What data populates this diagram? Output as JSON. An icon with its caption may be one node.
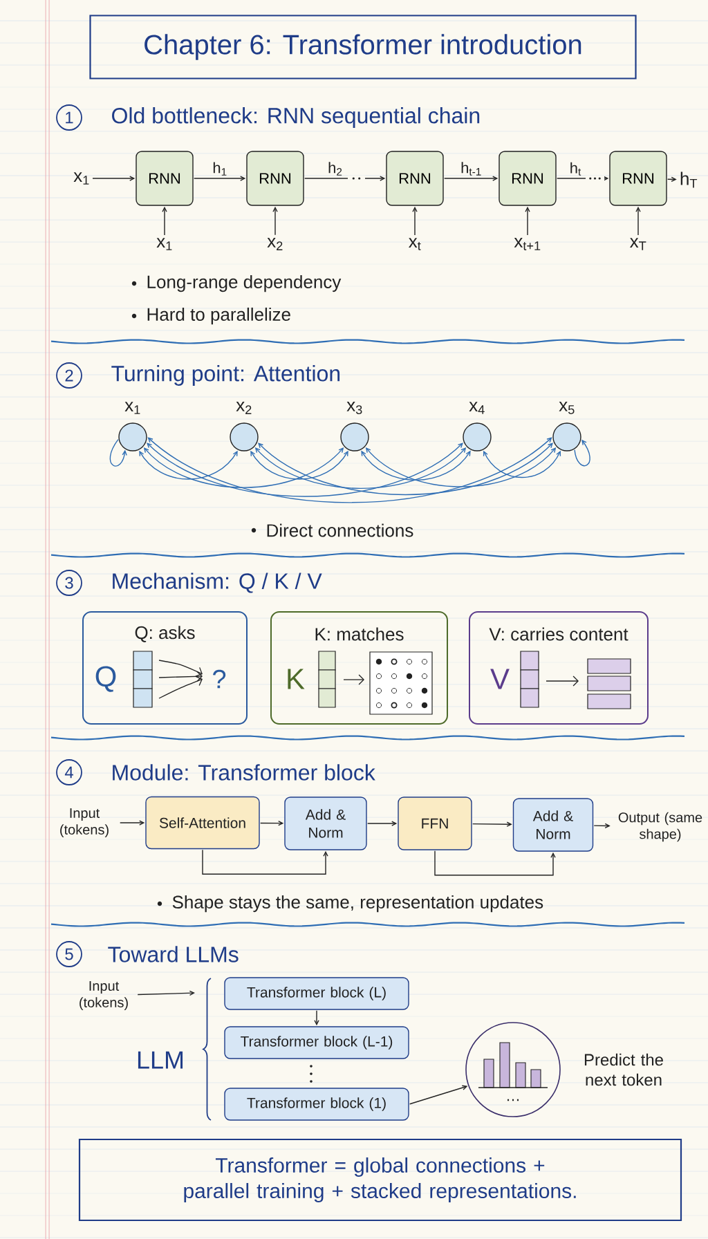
{
  "diagram": {
    "title": "Chapter 6: Transformer introduction",
    "nodes": [
      {
        "text": [
          "RNN"
        ]
      },
      {
        "text": [
          "RNN"
        ]
      },
      {
        "text": [
          "RNN"
        ]
      },
      {
        "text": [
          "RNN"
        ]
      },
      {
        "text": [
          "RNN"
        ]
      },
      {
        "text": [
          "x$_{1}$"
        ]
      },
      {
        "text": [
          "h$_{T}$"
        ]
      },
      {
        "text": [
          "x$_{1}$"
        ]
      },
      {
        "text": [
          "x$_{2}$"
        ]
      },
      {
        "text": [
          "x$_{t}$"
        ]
      },
      {
        "text": [
          "x$_{t+1}$"
        ]
      },
      {
        "text": [
          "x$_{T}$"
        ]
      },
      {
        "text": [
          "x$_{1}$"
        ]
      },
      {
        "text": [
          "x$_{2}$"
        ]
      },
      {
        "text": [
          "x$_{3}$"
        ]
      },
      {
        "text": [
          "x$_{4}$"
        ]
      },
      {
        "text": [
          "x$_{5}$"
        ]
      },
      {
        "text": [
          "Q: asks",
          "Q",
          "?"
        ]
      },
      {
        "text": [
          "K: matches",
          "K"
        ]
      },
      {
        "text": [
          "V: carries content",
          "V"
        ]
      },
      {
        "text": [
          "Input (tokens)"
        ]
      },
      {
        "text": [
          "Self-Attention"
        ]
      },
      {
        "text": [
          "Add & Norm"
        ]
      },
      {
        "text": [
          "FFN"
        ]
      },
      {
        "text": [
          "Add & Norm"
        ]
      },
      {
        "text": [
          "Output (same shape)"
        ]
      },
      {
        "text": [
          "Input (tokens)"
        ]
      },
      {
        "text": [
          "Transformer block (L)"
        ]
      },
      {
        "text": [
          "Transformer block (L-1)"
        ]
      },
      {
        "text": [
          "Transformer block (1)"
        ]
      },
      {
        "text": [
          "…"
        ],
        "beside": [
          "Predict the next token"
        ]
      },
      {
        "text": [
          "Transformer = global connections + parallel training + stacked representations."
        ]
      }
    ],
    "edges": [
      {
        "from": 5,
        "to": 0,
        "arrow": "to"
      },
      {
        "from": 0,
        "to": 1,
        "arrow": "to",
        "label": "h$_{1}$"
      },
      {
        "from": 1,
        "to": 2,
        "arrow": "to",
        "label": "h$_{2}$"
      },
      {
        "from": 2,
        "to": 3,
        "arrow": "to",
        "label": "h$_{t-1}$"
      },
      {
        "from": 3,
        "to": 4,
        "arrow": "to",
        "label": "h$_{t}$"
      },
      {
        "from": 4,
        "to": 6,
        "arrow": "to"
      },
      {
        "from": 7,
        "to": 0,
        "arrow": "to"
      },
      {
        "from": 8,
        "to": 1,
        "arrow": "to"
      },
      {
        "from": 9,
        "to": 2,
        "arrow": "to"
      },
      {
        "from": 10,
        "to": 3,
        "arrow": "to"
      },
      {
        "from": 11,
        "to": 4,
        "arrow": "to"
      },
      {
        "from": 12,
        "to": 12,
        "arrow": "to",
        "color": "#2e6db4"
      },
      {
        "from": 12,
        "to": 13,
        "arrow": "both",
        "color": "#2e6db4"
      },
      {
        "from": 12,
        "to": 14,
        "arrow": "both",
        "color": "#2e6db4"
      },
      {
        "from": 12,
        "to": 15,
        "arrow": "both",
        "color": "#2e6db4"
      },
      {
        "from": 12,
        "to": 16,
        "arrow": "both",
        "color": "#2e6db4"
      },
      {
        "from": 13,
        "to": 14,
        "arrow": "both",
        "color": "#2e6db4"
      },
      {
        "from": 13,
        "to": 15,
        "arrow": "both",
        "color": "#2e6db4"
      },
      {
        "from": 13,
        "to": 16,
        "arrow": "both",
        "color": "#2e6db4"
      },
      {
        "from": 14,
        "to": 15,
        "arrow": "both",
        "color": "#2e6db4"
      },
      {
        "from": 14,
        "to": 16,
        "arrow": "both",
        "color": "#2e6db4"
      },
      {
        "from": 15,
        "to": 16,
        "arrow": "both",
        "color": "#2e6db4"
      },
      {
        "from": 16,
        "to": 16,
        "arrow": "to",
        "color": "#2e6db4"
      },
      {
        "from": 20,
        "to": 21,
        "arrow": "to"
      },
      {
        "from": 21,
        "to": 22,
        "arrow": "to"
      },
      {
        "from": 22,
        "to": 23,
        "arrow": "to"
      },
      {
        "from": 23,
        "to": 24,
        "arrow": "to"
      },
      {
        "from": 24,
        "to": 25,
        "arrow": "to"
      },
      {
        "from": 21,
        "to": 22,
        "arrow": "to"
      },
      {
        "from": 23,
        "to": 24,
        "arrow": "to"
      },
      {
        "from": 26,
        "to": null,
        "arrow": "to"
      },
      {
        "from": 27,
        "to": 28,
        "arrow": "to"
      },
      {
        "from": 29,
        "to": 30,
        "arrow": "to"
      }
    ],
    "labels": [
      "1",
      "Old bottleneck: RNN sequential chain",
      "Long-range dependency",
      "Hard to parallelize",
      "2",
      "Turning point: Attention",
      "Direct connections",
      "3",
      "Mechanism: Q / K / V",
      "4",
      "Module: Transformer block",
      "Shape stays the same, representation updates",
      "5",
      "Toward LLMs",
      "LLM"
    ]
  }
}
